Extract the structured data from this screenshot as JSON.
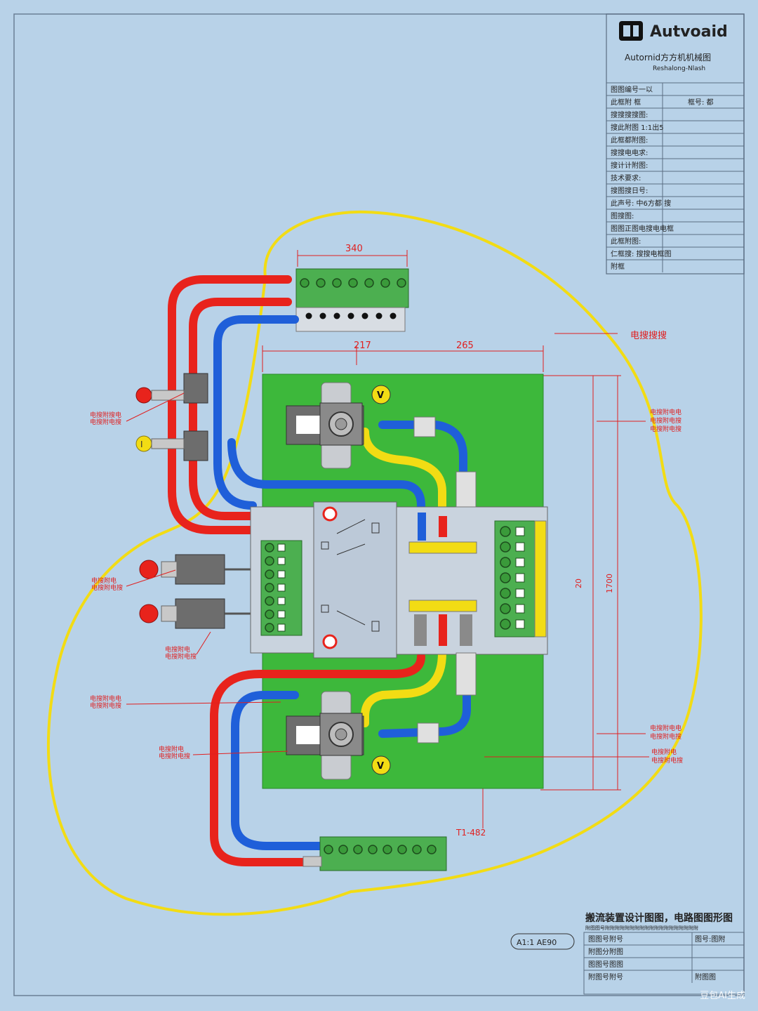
{
  "title_block": {
    "brand": "Autvoaid",
    "subtitle": "Autornid方方机机械图",
    "subtitle2": "Reshalong-Nlash",
    "rows": [
      {
        "label": "图图编号一以",
        "value": ""
      },
      {
        "label": "此框附 框",
        "value": "框号: 都"
      },
      {
        "label": "搜搜搜搜图:",
        "value": ""
      },
      {
        "label": "搜此附图 1:1出5",
        "value": ""
      },
      {
        "label": "此框都附图:",
        "value": ""
      },
      {
        "label": "搜搜电电求:",
        "value": ""
      },
      {
        "label": "搜计计附图:",
        "value": ""
      },
      {
        "label": "技术要求:",
        "value": ""
      },
      {
        "label": "搜图搜日号:",
        "value": ""
      },
      {
        "label": "此声号: 中6方都 搜",
        "value": ""
      },
      {
        "label": "图搜图:",
        "value": ""
      },
      {
        "label": "图图正图电搜电电框",
        "value": ""
      },
      {
        "label": "此框附图:",
        "value": ""
      },
      {
        "label": "仁框搜: 搜搜电框图",
        "value": ""
      },
      {
        "label": "附框",
        "value": ""
      }
    ]
  },
  "dimensions": {
    "top_width": "340",
    "left_offset": "217",
    "right_span": "265",
    "vertical_1": "20",
    "vertical_2": "1700",
    "bottom_note": "T1-482"
  },
  "callouts": {
    "right_top": "电搜搜搜",
    "right_group_1": [
      "电搜附电电",
      "电搜附电搜",
      "电搜附电搜"
    ],
    "right_group_2": [
      "电搜附电电",
      "电搜附电搜"
    ],
    "right_group_3": [
      "电搜附电",
      "电搜附电搜"
    ],
    "left_1": [
      "电搜附搜电",
      "电搜附电搜"
    ],
    "left_2": [
      "电搜附电",
      "电搜附电搜"
    ],
    "left_3": [
      "电搜附电",
      "电搜附电搜"
    ],
    "left_4": [
      "电搜附电电",
      "电搜附电搜"
    ],
    "left_5": [
      "电搜附电",
      "电搜附电搜"
    ]
  },
  "indicators": {
    "v_top": "V",
    "v_bottom": "V",
    "i_left": "I"
  },
  "bottom_block": {
    "title": "搬流装置设计图图，电路图图形图",
    "subtitle": "附图图号附附附附附附附附附附附附附附附附附附附",
    "badge": "A1:1 AE90",
    "rows": [
      {
        "label": "图图号附号",
        "value": "图号:图附"
      },
      {
        "label": "附图分附图",
        "value": ""
      },
      {
        "label": "图图号图图",
        "value": ""
      },
      {
        "label": "附图号附号",
        "value": "附图图"
      }
    ]
  },
  "watermark": "豆包AI生成",
  "colors": {
    "background": "#b8d2e8",
    "board": "#3db83b",
    "wire_red": "#e8231c",
    "wire_blue": "#1f5fd9",
    "wire_yellow": "#f2dc14",
    "terminal_green": "#4caf50"
  }
}
